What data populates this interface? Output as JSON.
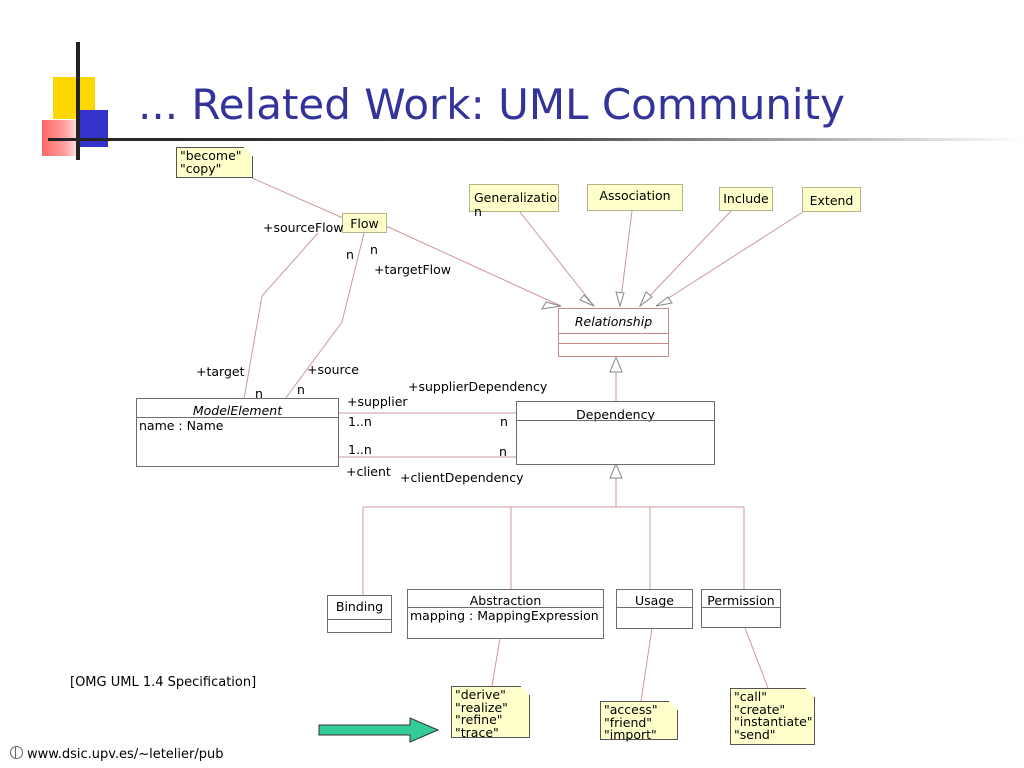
{
  "title": "... Related Work: UML Community",
  "citation": "[OMG UML 1.4 Specification]",
  "footer": {
    "icon": "globe-icon",
    "url": "www.dsic.upv.es/~letelier/pub"
  },
  "colors": {
    "title": "#333399",
    "note_fill": "#ffffcc",
    "connector": "#cc9999",
    "arrow_fill": "#33cc99"
  },
  "notes": {
    "become_copy": "\"become\"\n\"copy\"",
    "abstraction_stereotypes": "\"derive\"\n\"realize\"\n\"refine\"\n\"trace\"",
    "usage_stereotypes": "\"access\"\n\"friend\"\n\"import\"",
    "permission_stereotypes": "\"call\"\n\"create\"\n\"instantiate\"\n\"send\""
  },
  "classes": {
    "flow": "Flow",
    "generalization": "Generalizatio\nn",
    "association": "Association",
    "include": "Include",
    "extend": "Extend",
    "relationship": "Relationship",
    "model_element": {
      "name": "ModelElement",
      "attribute": "name : Name"
    },
    "dependency": "Dependency",
    "binding": "Binding",
    "abstraction": {
      "name": "Abstraction",
      "attribute": "mapping : MappingExpression"
    },
    "usage": "Usage",
    "permission": "Permission"
  },
  "roles": {
    "source_flow": "+sourceFlow",
    "target_flow": "+targetFlow",
    "target": "+target",
    "source": "+source",
    "supplier": "+supplier",
    "supplier_dependency": "+supplierDependency",
    "client": "+client",
    "client_dependency": "+clientDependency"
  },
  "multiplicities": {
    "flow_left": "n",
    "flow_right": "n",
    "target_n": "n",
    "source_n": "n",
    "supplier_mult": "1..n",
    "client_mult": "1..n",
    "dep_supplier_n": "n",
    "dep_client_n": "n"
  }
}
